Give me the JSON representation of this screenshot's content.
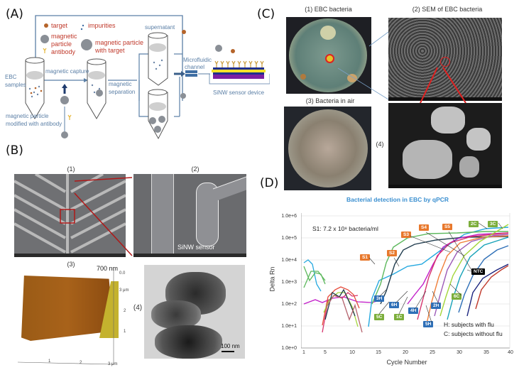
{
  "panels": {
    "A": {
      "label": "(A)",
      "legend": {
        "target": "target",
        "impurities": "impurities",
        "magnetic_particle": [
          "magnetic",
          "particle"
        ],
        "antibody": "antibody",
        "particle_with_target": [
          "magnetic particle",
          "with target"
        ]
      },
      "flow": {
        "ebc_samples": [
          "EBC",
          "samples"
        ],
        "magnetic_capture": "magnetic capture",
        "magnetic_separation": [
          "magnetic",
          "separation"
        ],
        "supernatant": "supernatant",
        "microfluidic_channel": [
          "Microfluidic",
          "channel"
        ],
        "sinw_device": "SiNW sensor device",
        "modified_particle": [
          "magnetic particle",
          "modified with antibody"
        ]
      }
    },
    "B": {
      "label": "(B)",
      "sub1": "(1)",
      "sub2": "(2)",
      "sub3": "(3)",
      "sub4": "(4)",
      "sinw_sensor": "SiNW sensor",
      "afm": {
        "z_label": "700 nm",
        "z_top": "0.0",
        "y_ticks": [
          "3 μm",
          "2",
          "1"
        ],
        "x_ticks": [
          "1",
          "2",
          "3 μm"
        ]
      },
      "tem_scale": "100 nm"
    },
    "C": {
      "label": "(C)",
      "sub1": "(1) EBC bacteria",
      "sub2": "(2) SEM of EBC bacteria",
      "sub3": "(3) Bacteria in air",
      "sub4": "(4)"
    },
    "D": {
      "label": "(D)"
    }
  },
  "chart_data": {
    "type": "line",
    "title": "Bacterial detection in EBC by qPCR",
    "xlabel": "Cycle Number",
    "ylabel": "Delta Rn",
    "yscale": "log",
    "ylim": [
      1,
      1000000
    ],
    "xlim": [
      1,
      40
    ],
    "x_ticks": [
      "1",
      "5",
      "10",
      "15",
      "20",
      "25",
      "30",
      "35",
      "40"
    ],
    "y_ticks": [
      "1.0e+6",
      "1.0e+5",
      "1.0e+4",
      "1.0e+3",
      "1.0e+2",
      "1.0e+1",
      "1.0e+0"
    ],
    "grid": true,
    "annotation_main": "S1: 7.2 x 10⁸ bacteria/ml",
    "legend_note": [
      "H: subjects with flu",
      "C: subjects without flu"
    ],
    "curve_tags": {
      "standards": [
        "S1",
        "S2",
        "S3",
        "S4",
        "S5"
      ],
      "flu": [
        "3H",
        "6H",
        "4H",
        "2H",
        "5H"
      ],
      "no_flu": [
        "2C",
        "3C",
        "6C",
        "5C",
        "1C"
      ],
      "control": [
        "NTC"
      ]
    },
    "series": [
      {
        "name": "S1",
        "color": "#5cb85c",
        "x": [
          14,
          15,
          16,
          18,
          22,
          30,
          40
        ],
        "y": [
          1500,
          8000,
          40000,
          80000,
          100000,
          120000,
          130000
        ]
      },
      {
        "name": "S2",
        "color": "#1f3b4d",
        "x": [
          15,
          17,
          19,
          21,
          24,
          30,
          40
        ],
        "y": [
          150,
          1500,
          15000,
          50000,
          90000,
          110000,
          120000
        ]
      },
      {
        "name": "S3",
        "color": "#26a9e0",
        "x": [
          12,
          15,
          18,
          21,
          24,
          28,
          40
        ],
        "y": [
          300,
          800,
          1500,
          3000,
          20000,
          100000,
          200000
        ]
      },
      {
        "name": "S4",
        "color": "#d6336c",
        "x": [
          20,
          22,
          24,
          27,
          30,
          40
        ],
        "y": [
          150,
          1500,
          15000,
          60000,
          100000,
          140000
        ]
      },
      {
        "name": "S5",
        "color": "#9b59b6",
        "x": [
          21,
          23,
          25,
          28,
          32,
          40
        ],
        "y": [
          200,
          2000,
          20000,
          60000,
          90000,
          110000
        ]
      },
      {
        "name": "2C",
        "color": "#a4d63b",
        "x": [
          22,
          24,
          27,
          30,
          35,
          40
        ],
        "y": [
          150,
          3000,
          40000,
          100000,
          180000,
          250000
        ]
      },
      {
        "name": "3C",
        "color": "#17a2b8",
        "x": [
          23,
          25,
          28,
          32,
          40
        ],
        "y": [
          200,
          5000,
          50000,
          120000,
          180000
        ]
      },
      {
        "name": "NTC",
        "color": "#1a237e",
        "x": [
          27,
          28,
          30,
          33,
          40
        ],
        "y": [
          150,
          2000,
          8000,
          15000,
          25000
        ]
      },
      {
        "name": "6C",
        "color": "#c0392b",
        "x": [
          29,
          30,
          33,
          36,
          40
        ],
        "y": [
          300,
          1500,
          8000,
          15000,
          25000
        ]
      }
    ]
  }
}
